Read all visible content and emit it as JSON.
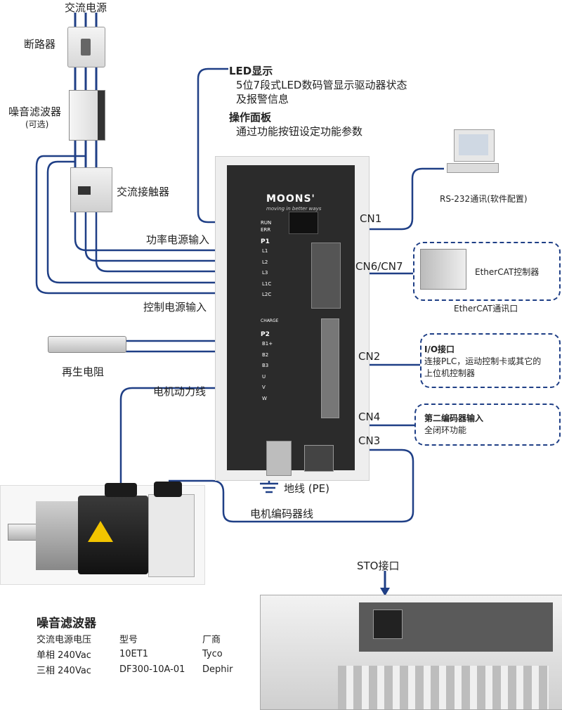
{
  "labels": {
    "ac_power": "交流电源",
    "breaker": "断路器",
    "noise_filter": "噪音滤波器",
    "optional": "(可选)",
    "ac_contactor": "交流接触器",
    "led_title": "LED显示",
    "led_desc1": "5位7段式LED数码管显示驱动器状态",
    "led_desc2": "及报警信息",
    "panel_title": "操作面板",
    "panel_desc": "通过功能按钮设定功能参数",
    "rs232": "RS-232通讯(软件配置)",
    "cn1": "CN1",
    "cn6cn7": "CN6/CN7",
    "ethercat_controller": "EtherCAT控制器",
    "ethercat_comm": "EtherCAT通讯口",
    "power_in": "功率电源输入",
    "control_in": "控制电源输入",
    "cn2": "CN2",
    "io_title": "I/O接口",
    "io_desc1": "连接PLC，运动控制卡或其它的",
    "io_desc2": "上位机控制器",
    "regen_resistor": "再生电阻",
    "motor_power_line": "电机动力线",
    "cn4": "CN4",
    "enc2_title": "第二编码器输入",
    "enc2_desc": "全闭环功能",
    "cn3": "CN3",
    "ground": "地线 (PE)",
    "motor_encoder_line": "电机编码器线",
    "sto_port": "STO接口"
  },
  "drive": {
    "brand": "MOONS'",
    "tagline": "moving in better ways",
    "run": "RUN",
    "err": "ERR",
    "p1": "P1",
    "p1_terminals": [
      "L1",
      "L2",
      "L3",
      "L1C",
      "L2C"
    ],
    "charge": "CHARGE",
    "p2": "P2",
    "p2_terminals": [
      "B1+",
      "B2",
      "B3",
      "U",
      "V",
      "W"
    ]
  },
  "filter_table": {
    "title": "噪音滤波器",
    "headers": [
      "交流电源电压",
      "型号",
      "厂商"
    ],
    "rows": [
      [
        "单相 240Vac",
        "10ET1",
        "Tyco"
      ],
      [
        "三相 240Vac",
        "DF300-10A-01",
        "Dephir"
      ]
    ]
  },
  "colors": {
    "wire": "#1f3f86",
    "drive_body": "#2a2a2a",
    "heatsink": "#c7c7c7"
  }
}
